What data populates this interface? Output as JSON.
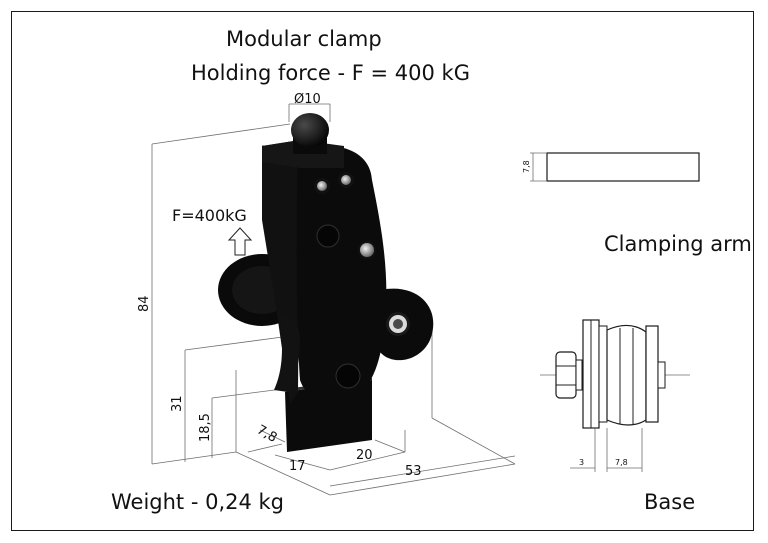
{
  "title": "Modular clamp",
  "subtitle": "Holding force - F = 400 kG",
  "force_label": "F=400kG",
  "weight": "Weight - 0,24 kg",
  "clamping_arm_label": "Clamping arm",
  "base_label": "Base",
  "dimensions": {
    "pin_diameter": "Ø10",
    "height_total": "84",
    "height_31": "31",
    "height_18_5": "18,5",
    "depth_7_8": "7,8",
    "width_17": "17",
    "width_20": "20",
    "length_53": "53",
    "arm_thickness": "7,8",
    "base_3": "3",
    "base_7_8": "7,8"
  },
  "colors": {
    "line": "#1a1a1a",
    "dimension": "#6e6e6e",
    "body": "#0b0b0b",
    "steel": "#b9b9b9"
  }
}
